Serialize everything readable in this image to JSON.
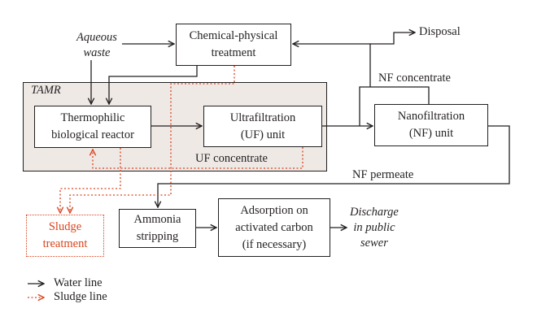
{
  "inputs": {
    "aqueous_waste": [
      "Aqueous",
      "waste"
    ]
  },
  "group": {
    "label": "TAMR"
  },
  "boxes": {
    "chemical": [
      "Chemical-physical",
      "treatment"
    ],
    "thermophilic": [
      "Thermophilic",
      "biological reactor"
    ],
    "ultrafiltration": [
      "Ultrafiltration",
      "(UF) unit"
    ],
    "nanofiltration": [
      "Nanofiltration",
      "(NF) unit"
    ],
    "ammonia": [
      "Ammonia",
      "stripping"
    ],
    "adsorption": [
      "Adsorption on",
      "activated carbon",
      "(if necessary)"
    ],
    "sludge": [
      "Sludge",
      "treatment"
    ]
  },
  "flows": {
    "disposal": "Disposal",
    "nf_concentrate": "NF concentrate",
    "uf_concentrate": "UF concentrate",
    "nf_permeate": "NF permeate",
    "discharge": [
      "Discharge",
      "in public",
      "sewer"
    ]
  },
  "legend": {
    "water": "Water line",
    "sludge": "Sludge line"
  },
  "colors": {
    "water_line": "#231f20",
    "sludge_line": "#d9431e",
    "tamr_fill": "#efe9e6"
  }
}
